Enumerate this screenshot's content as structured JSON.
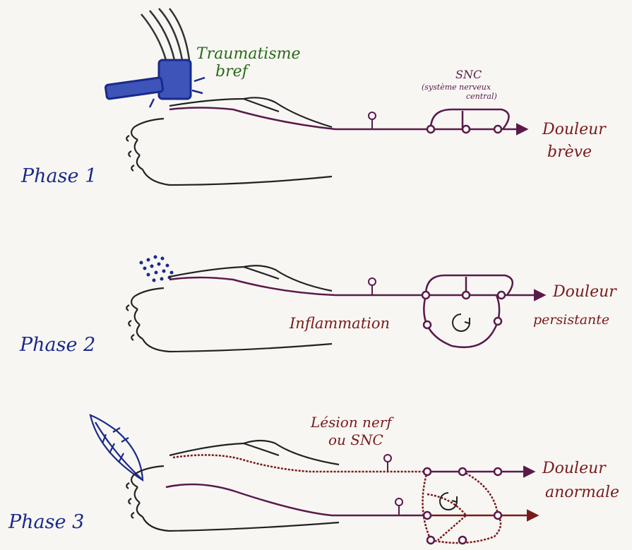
{
  "colors": {
    "paper": "#f7f6f3",
    "ink_blue": "#1a2a8a",
    "ink_green": "#2a6a1a",
    "ink_plum": "#5a1a4a",
    "ink_brown": "#7a1a1a",
    "ink_dark": "#222222"
  },
  "phase1": {
    "label": "Phase 1",
    "trauma_line1": "Traumatisme",
    "trauma_line2": "bref",
    "snc_title": "SNC",
    "snc_sub1": "(système nerveux",
    "snc_sub2": "central)",
    "outcome_line1": "Douleur",
    "outcome_line2": "brève"
  },
  "phase2": {
    "label": "Phase 2",
    "inflammation": "Inflammation",
    "outcome_line1": "Douleur",
    "outcome_line2": "persistante"
  },
  "phase3": {
    "label": "Phase 3",
    "lesion_line1": "Lésion nerf",
    "lesion_line2": "ou SNC",
    "outcome_line1": "Douleur",
    "outcome_line2": "anormale"
  },
  "icons": [
    "hammer-icon",
    "inflammation-dots-icon",
    "feather-icon",
    "cycle-arrow-icon"
  ]
}
